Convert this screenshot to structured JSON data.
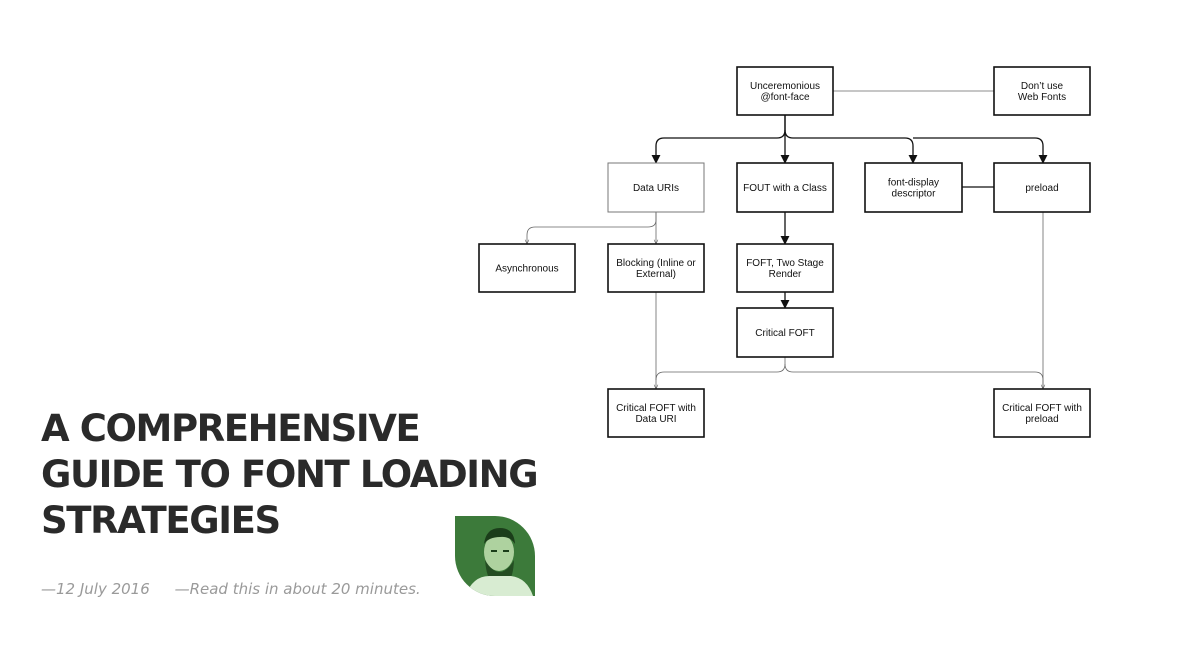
{
  "diagram": {
    "nodes": [
      {
        "id": "unceremonious",
        "lines": [
          "Unceremonious",
          "@font-face"
        ]
      },
      {
        "id": "dont-use",
        "lines": [
          "Don’t use",
          "Web Fonts"
        ]
      },
      {
        "id": "data-uris",
        "lines": [
          "Data URIs"
        ]
      },
      {
        "id": "fout-class",
        "lines": [
          "FOUT with a Class"
        ]
      },
      {
        "id": "font-display",
        "lines": [
          "font-display",
          "descriptor"
        ]
      },
      {
        "id": "preload",
        "lines": [
          "preload"
        ]
      },
      {
        "id": "asynchronous",
        "lines": [
          "Asynchronous"
        ]
      },
      {
        "id": "blocking",
        "lines": [
          "Blocking (Inline or",
          "External)"
        ]
      },
      {
        "id": "foft-two-stage",
        "lines": [
          "FOFT, Two Stage",
          "Render"
        ]
      },
      {
        "id": "critical-foft",
        "lines": [
          "Critical FOFT"
        ]
      },
      {
        "id": "critical-foft-data-uri",
        "lines": [
          "Critical FOFT with",
          "Data URI"
        ]
      },
      {
        "id": "critical-foft-preload",
        "lines": [
          "Critical FOFT with",
          "preload"
        ]
      }
    ]
  },
  "article": {
    "title_lines": [
      "A COMPREHENSIVE",
      "GUIDE TO FONT LOADING",
      "STRATEGIES"
    ],
    "date": "—12 July 2016",
    "read_time": "—Read this in about 20 minutes."
  },
  "author": {
    "avatar_bg": "#3c7a3a"
  }
}
